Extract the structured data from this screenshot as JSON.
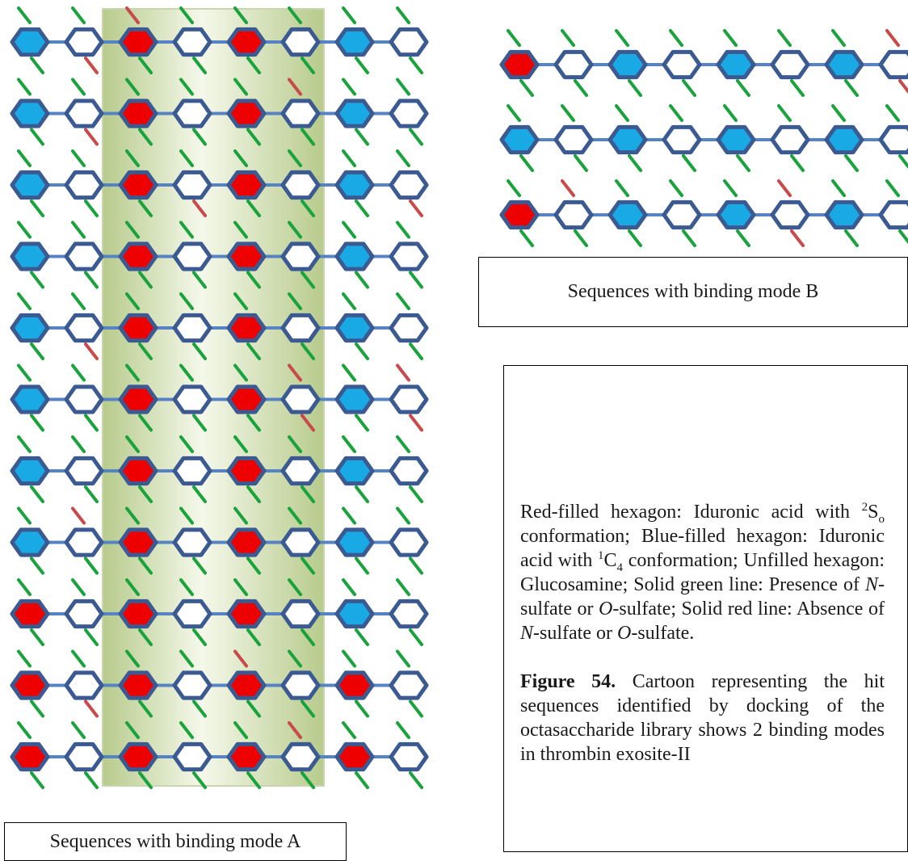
{
  "colors": {
    "red_ring": "#ee0000",
    "blue_ring": "#19aae6",
    "white_ring": "#ffffff",
    "ring_outline": "#3b5a92",
    "bond": "#5683c4",
    "green_line": "#1aa33c",
    "red_line": "#c84a4a",
    "highlight_dark": "#b7cb8c",
    "highlight_light": "#f5f8ea"
  },
  "mode_a": {
    "caption": "Sequences with binding mode A",
    "highlight": "highlighted-trisaccharide-window",
    "rows": [
      {
        "rings": [
          "blue",
          "white",
          "red",
          "white",
          "red",
          "white",
          "blue",
          "white"
        ],
        "top": [
          "green",
          "green",
          "red",
          "green",
          "green",
          "green",
          "green",
          "green"
        ],
        "bottom": [
          "green",
          "red",
          "green",
          "green",
          "green",
          "green",
          "green",
          "green"
        ]
      },
      {
        "rings": [
          "blue",
          "white",
          "red",
          "white",
          "red",
          "white",
          "blue",
          "white"
        ],
        "top": [
          "green",
          "green",
          "green",
          "green",
          "green",
          "red",
          "green",
          "green"
        ],
        "bottom": [
          "green",
          "red",
          "green",
          "green",
          "green",
          "green",
          "green",
          "green"
        ]
      },
      {
        "rings": [
          "blue",
          "white",
          "red",
          "white",
          "red",
          "white",
          "blue",
          "white"
        ],
        "top": [
          "green",
          "green",
          "green",
          "green",
          "green",
          "green",
          "green",
          "green"
        ],
        "bottom": [
          "green",
          "green",
          "green",
          "red",
          "green",
          "green",
          "green",
          "red"
        ]
      },
      {
        "rings": [
          "blue",
          "white",
          "red",
          "white",
          "red",
          "white",
          "blue",
          "white"
        ],
        "top": [
          "green",
          "green",
          "green",
          "green",
          "green",
          "green",
          "green",
          "green"
        ],
        "bottom": [
          "green",
          "green",
          "green",
          "green",
          "green",
          "green",
          "green",
          "green"
        ]
      },
      {
        "rings": [
          "blue",
          "white",
          "red",
          "white",
          "red",
          "white",
          "blue",
          "white"
        ],
        "top": [
          "green",
          "green",
          "green",
          "green",
          "green",
          "green",
          "green",
          "green"
        ],
        "bottom": [
          "green",
          "red",
          "green",
          "green",
          "green",
          "green",
          "green",
          "green"
        ]
      },
      {
        "rings": [
          "blue",
          "white",
          "red",
          "white",
          "red",
          "white",
          "blue",
          "white"
        ],
        "top": [
          "green",
          "green",
          "green",
          "green",
          "green",
          "red",
          "green",
          "red"
        ],
        "bottom": [
          "green",
          "green",
          "green",
          "green",
          "green",
          "red",
          "green",
          "red"
        ]
      },
      {
        "rings": [
          "blue",
          "white",
          "red",
          "white",
          "red",
          "white",
          "blue",
          "white"
        ],
        "top": [
          "green",
          "green",
          "green",
          "green",
          "green",
          "green",
          "green",
          "green"
        ],
        "bottom": [
          "green",
          "green",
          "green",
          "green",
          "green",
          "green",
          "green",
          "green"
        ]
      },
      {
        "rings": [
          "blue",
          "white",
          "red",
          "white",
          "red",
          "white",
          "blue",
          "white"
        ],
        "top": [
          "green",
          "red",
          "green",
          "green",
          "green",
          "green",
          "green",
          "green"
        ],
        "bottom": [
          "green",
          "green",
          "green",
          "green",
          "green",
          "green",
          "green",
          "green"
        ]
      },
      {
        "rings": [
          "red",
          "white",
          "red",
          "white",
          "red",
          "white",
          "blue",
          "white"
        ],
        "top": [
          "green",
          "green",
          "green",
          "green",
          "green",
          "green",
          "green",
          "green"
        ],
        "bottom": [
          "green",
          "green",
          "green",
          "green",
          "green",
          "green",
          "green",
          "green"
        ]
      },
      {
        "rings": [
          "red",
          "white",
          "red",
          "white",
          "red",
          "white",
          "red",
          "white"
        ],
        "top": [
          "green",
          "green",
          "green",
          "green",
          "red",
          "green",
          "green",
          "green"
        ],
        "bottom": [
          "green",
          "red",
          "green",
          "green",
          "green",
          "green",
          "green",
          "green"
        ]
      },
      {
        "rings": [
          "red",
          "white",
          "red",
          "white",
          "red",
          "white",
          "red",
          "white"
        ],
        "top": [
          "green",
          "green",
          "green",
          "green",
          "green",
          "red",
          "green",
          "green"
        ],
        "bottom": [
          "green",
          "green",
          "green",
          "green",
          "green",
          "green",
          "green",
          "green"
        ]
      }
    ]
  },
  "mode_b": {
    "caption": "Sequences with binding mode B",
    "rows": [
      {
        "rings": [
          "red",
          "white",
          "blue",
          "white",
          "blue",
          "white",
          "blue",
          "white"
        ],
        "top": [
          "green",
          "green",
          "green",
          "green",
          "green",
          "green",
          "green",
          "red"
        ],
        "bottom": [
          "green",
          "green",
          "green",
          "green",
          "green",
          "green",
          "green",
          "red"
        ]
      },
      {
        "rings": [
          "blue",
          "white",
          "blue",
          "white",
          "blue",
          "white",
          "blue",
          "white"
        ],
        "top": [
          "green",
          "green",
          "green",
          "green",
          "green",
          "green",
          "green",
          "green"
        ],
        "bottom": [
          "green",
          "green",
          "green",
          "green",
          "green",
          "green",
          "green",
          "green"
        ]
      },
      {
        "rings": [
          "red",
          "white",
          "blue",
          "white",
          "blue",
          "white",
          "blue",
          "white"
        ],
        "top": [
          "green",
          "red",
          "green",
          "green",
          "green",
          "red",
          "green",
          "green"
        ],
        "bottom": [
          "green",
          "green",
          "green",
          "green",
          "green",
          "red",
          "green",
          "green"
        ]
      }
    ]
  },
  "legend": {
    "red_hex_label": "Red-filled hexagon: Iduronic acid with",
    "red_conf_sup": "2",
    "red_conf_main": "S",
    "red_conf_sub": "o",
    "red_conf_tail": " conformation; Blue-filled hexagon: Iduronic acid with ",
    "blue_conf_sup": "1",
    "blue_conf_main": "C",
    "blue_conf_sub": "4",
    "blue_tail": " conformation; Unfilled hexagon: Glucosamine; Solid green line: Presence of ",
    "n_italic": "N",
    "sulfate_or": "-sulfate or ",
    "o_italic": "O",
    "green_end": "-sulfate; Solid red line: Absence of ",
    "n_italic_2": "N",
    "red_end_1": "-sulfate or ",
    "o_italic_2": "O",
    "red_end_2": "-sulfate.",
    "figure_number": "Figure 54.",
    "figure_text": " Cartoon representing the hit sequences identified by docking of the octasaccharide library shows 2 binding modes in thrombin exosite-II"
  }
}
